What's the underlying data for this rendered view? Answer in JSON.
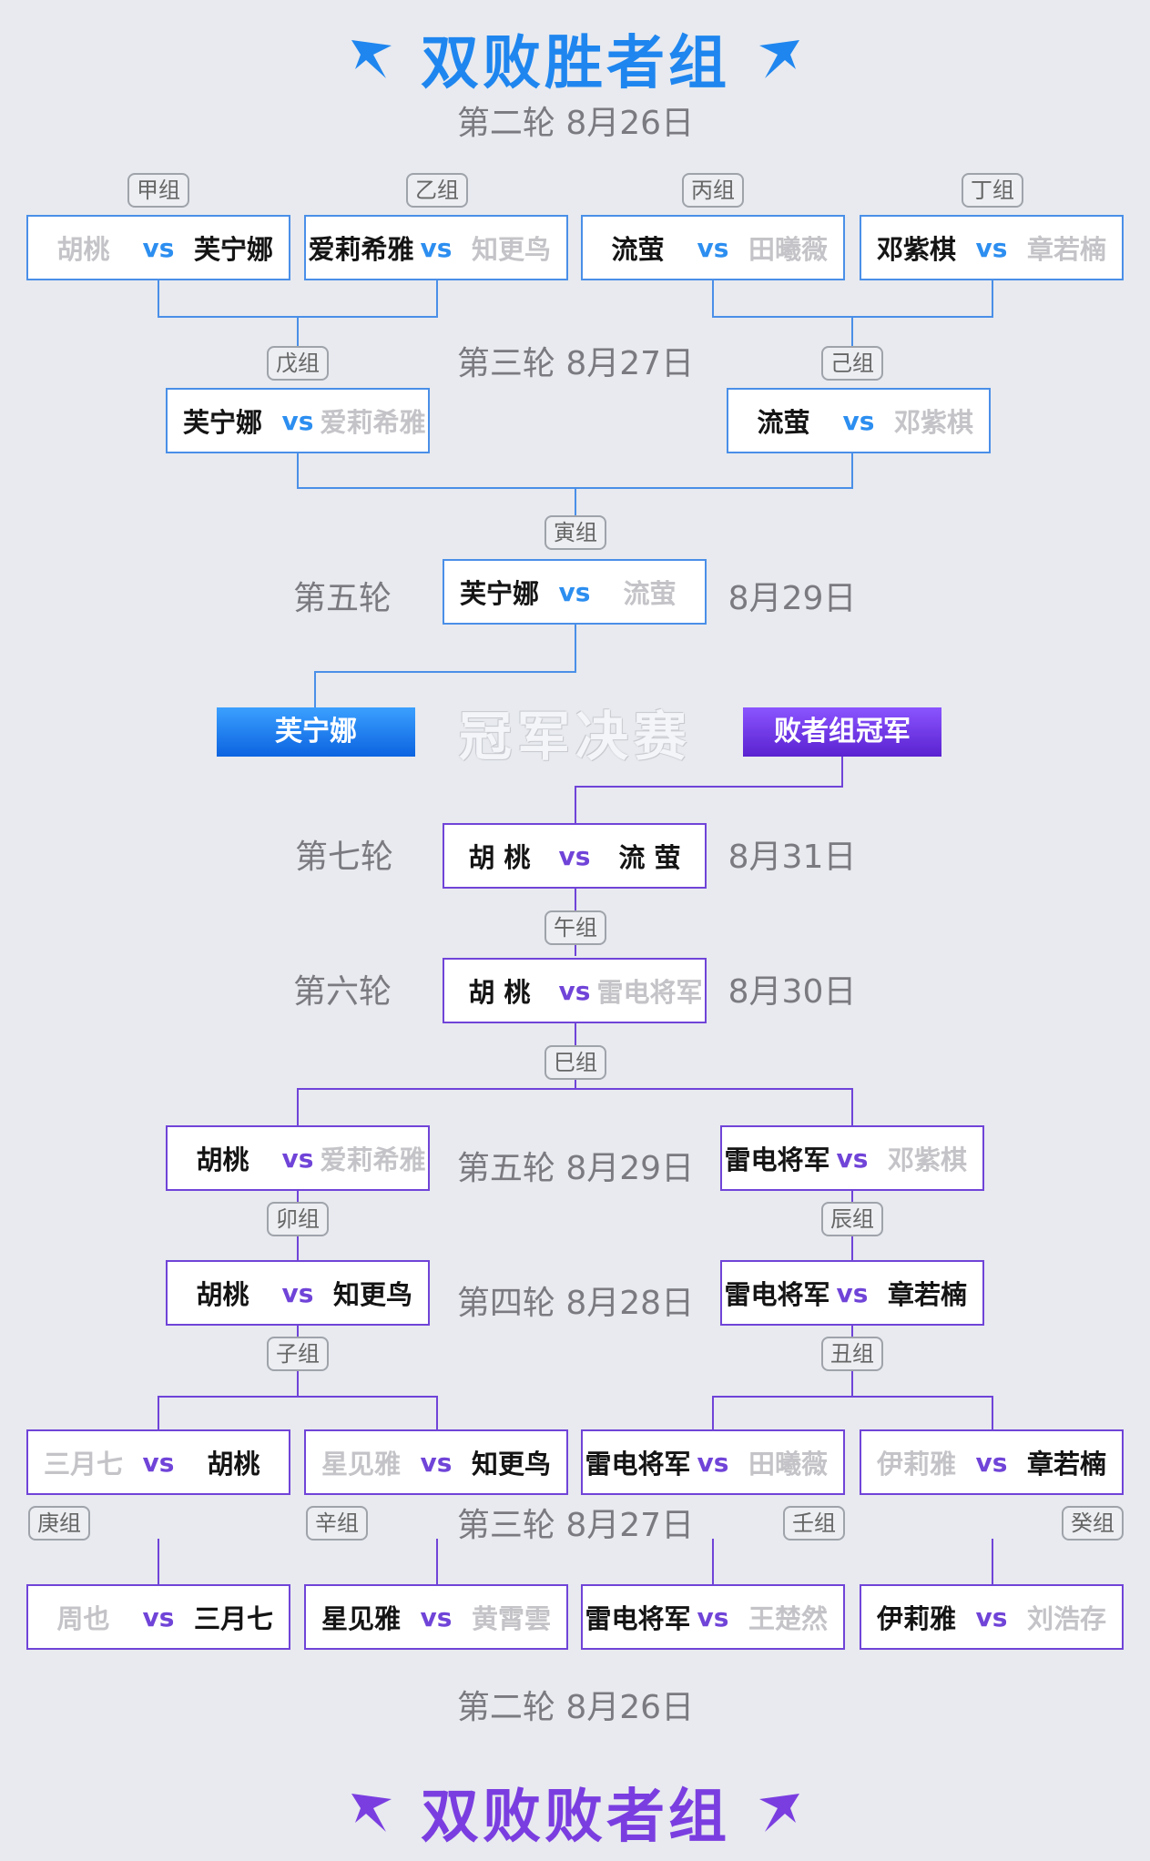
{
  "colors": {
    "winners_accent": "#2c8ef0",
    "losers_accent": "#7044d8",
    "winners_line": "#4a8fe8",
    "losers_line": "#7044d8"
  },
  "winners": {
    "title": "双败胜者组",
    "rounds": {
      "r2": "第二轮 8月26日",
      "r3": "第三轮 8月27日",
      "r5_label": "第五轮",
      "r5_date": "8月29日"
    },
    "groups": {
      "jia": "甲组",
      "yi": "乙组",
      "bing": "丙组",
      "ding": "丁组",
      "wu": "戊组",
      "ji": "己组",
      "yin": "寅组"
    },
    "matches": {
      "jia": {
        "a": "胡桃",
        "b": "芙宁娜",
        "winner": "b"
      },
      "yi": {
        "a": "爱莉希雅",
        "b": "知更鸟",
        "winner": "a"
      },
      "bing": {
        "a": "流萤",
        "b": "田曦薇",
        "winner": "a"
      },
      "ding": {
        "a": "邓紫棋",
        "b": "章若楠",
        "winner": "a"
      },
      "wu": {
        "a": "芙宁娜",
        "b": "爱莉希雅",
        "winner": "a"
      },
      "ji": {
        "a": "流萤",
        "b": "邓紫棋",
        "winner": "a"
      },
      "yin": {
        "a": "芙宁娜",
        "b": "流萤",
        "winner": "a"
      }
    }
  },
  "final": {
    "title": "冠军决赛",
    "left": "芙宁娜",
    "right": "败者组冠军"
  },
  "losers": {
    "title": "双败败者组",
    "rounds": {
      "r7_label": "第七轮",
      "r7_date": "8月31日",
      "r6_label": "第六轮",
      "r6_date": "8月30日",
      "r5": "第五轮 8月29日",
      "r4": "第四轮 8月28日",
      "r3": "第三轮 8月27日",
      "r2": "第二轮 8月26日"
    },
    "groups": {
      "wu2": "午组",
      "si": "巳组",
      "mao": "卯组",
      "chen": "辰组",
      "zi": "子组",
      "chou": "丑组",
      "geng": "庚组",
      "xin": "辛组",
      "ren": "壬组",
      "gui": "癸组"
    },
    "matches": {
      "r7": {
        "a": "胡 桃",
        "b": "流 萤",
        "winner": "both"
      },
      "r6": {
        "a": "胡 桃",
        "b": "雷电将军",
        "winner": "a"
      },
      "r5l": {
        "a": "胡桃",
        "b": "爱莉希雅",
        "winner": "a"
      },
      "r5r": {
        "a": "雷电将军",
        "b": "邓紫棋",
        "winner": "a"
      },
      "r4l": {
        "a": "胡桃",
        "b": "知更鸟",
        "winner": "both"
      },
      "r4r": {
        "a": "雷电将军",
        "b": "章若楠",
        "winner": "both"
      },
      "r3a": {
        "a": "三月七",
        "b": "胡桃",
        "winner": "b"
      },
      "r3b": {
        "a": "星见雅",
        "b": "知更鸟",
        "winner": "b"
      },
      "r3c": {
        "a": "雷电将军",
        "b": "田曦薇",
        "winner": "a"
      },
      "r3d": {
        "a": "伊莉雅",
        "b": "章若楠",
        "winner": "b"
      },
      "r2a": {
        "a": "周也",
        "b": "三月七",
        "winner": "b"
      },
      "r2b": {
        "a": "星见雅",
        "b": "黄霄雲",
        "winner": "a"
      },
      "r2c": {
        "a": "雷电将军",
        "b": "王楚然",
        "winner": "a"
      },
      "r2d": {
        "a": "伊莉雅",
        "b": "刘浩存",
        "winner": "a"
      }
    }
  }
}
